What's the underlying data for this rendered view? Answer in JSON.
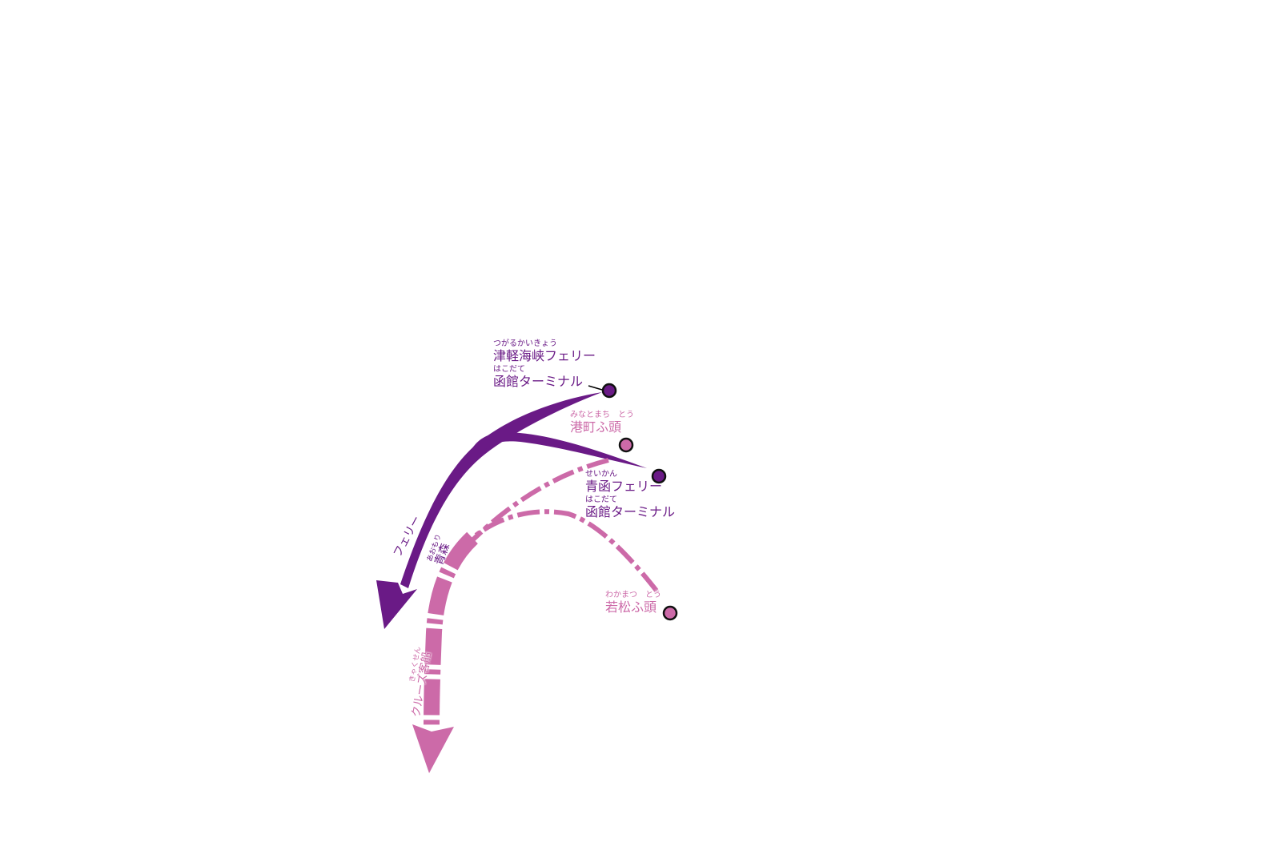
{
  "colors": {
    "ferry": "#6a1a86",
    "cruise": "#cc6aa8"
  },
  "stations": [
    {
      "name": "津軽海峡フェリー",
      "ruby": "つがるかいきょう",
      "sub": "函館ターミナル",
      "sub_ruby": "はこだて",
      "type": "ferry"
    },
    {
      "name": "港町ふ頭",
      "ruby": "みなとまち　とう",
      "type": "cruise"
    },
    {
      "name": "青函フェリー",
      "ruby": "せいかん",
      "sub": "函館ターミナル",
      "sub_ruby": "はこだて",
      "type": "ferry"
    },
    {
      "name": "若松ふ頭",
      "ruby": "わかまつ　とう",
      "type": "cruise"
    }
  ],
  "routes": [
    {
      "label": "フェリー",
      "destination": "青森",
      "destination_ruby": "あおもり",
      "type": "ferry"
    },
    {
      "label": "クルーズ客船",
      "label_ruby": "きゃくせん",
      "type": "cruise"
    }
  ]
}
